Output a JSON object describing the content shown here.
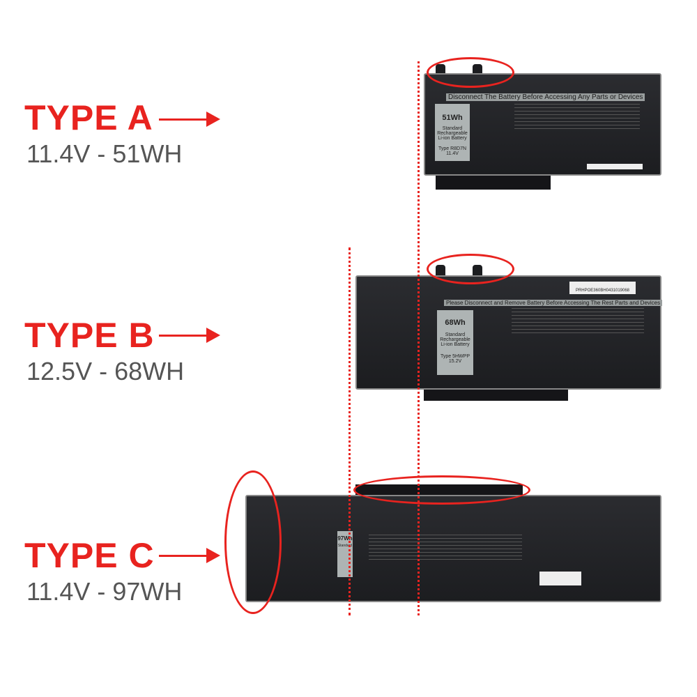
{
  "types": [
    {
      "title": "TYPE A",
      "spec": "11.4V - 51WH",
      "warning": "Disconnect The Battery Before Accessing Any Parts or Devices",
      "capacity": "51Wh",
      "standard": "Standard",
      "chem": "Rechargeable Li-ion Battery",
      "model": "Type R8D7N",
      "voltage": "11.4V"
    },
    {
      "title": "TYPE B",
      "spec": "12.5V - 68WH",
      "warning": "Please Disconnect and Remove Battery Before Accessing The Rest Parts and Devices",
      "capacity": "68Wh",
      "standard": "Standard",
      "chem": "Rechargeable Li-ion Battery",
      "model": "Type 5HWPP",
      "voltage": "15.2V",
      "barcode": "PRHPOE360BH0431019068"
    },
    {
      "title": "TYPE C",
      "spec": "11.4V - 97WH",
      "capacity": "97Wh",
      "standard": "Standard"
    }
  ],
  "colors": {
    "accent": "#e8231f",
    "spec_text": "#555555",
    "battery": "#1f2023"
  }
}
